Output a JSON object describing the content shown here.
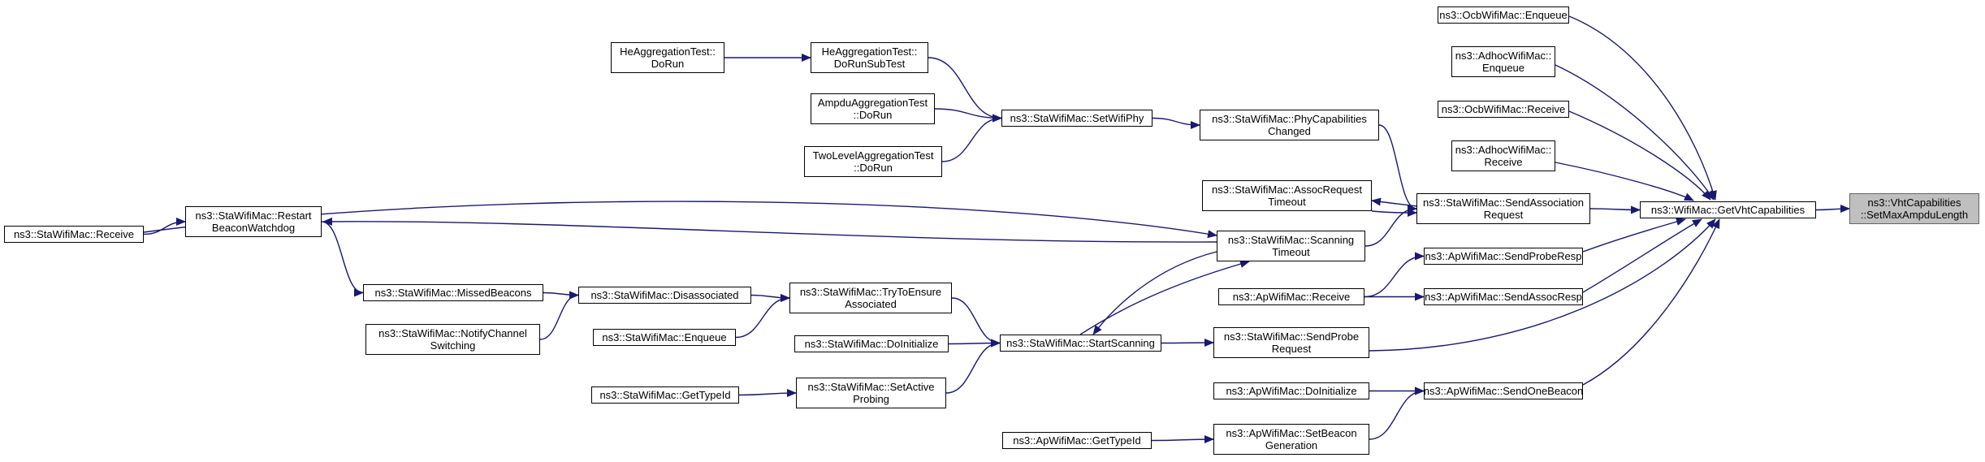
{
  "diagram": {
    "type": "call-graph",
    "colors": {
      "edge": "#191970",
      "node_border": "#000000",
      "node_fill": "#ffffff",
      "focus_fill": "#bfbfbf"
    },
    "nodes": [
      {
        "id": "set_max_ampdu",
        "lines": [
          "ns3::VhtCapabilities",
          "::SetMaxAmpduLength"
        ],
        "focus": true
      },
      {
        "id": "get_vht",
        "lines": [
          "ns3::WifiMac::GetVhtCapabilities"
        ]
      },
      {
        "id": "ocb_enqueue",
        "lines": [
          "ns3::OcbWifiMac::Enqueue"
        ]
      },
      {
        "id": "adhoc_enqueue",
        "lines": [
          "ns3::AdhocWifiMac::",
          "Enqueue"
        ]
      },
      {
        "id": "ocb_receive",
        "lines": [
          "ns3::OcbWifiMac::Receive"
        ]
      },
      {
        "id": "adhoc_receive",
        "lines": [
          "ns3::AdhocWifiMac::",
          "Receive"
        ]
      },
      {
        "id": "send_assoc_req",
        "lines": [
          "ns3::StaWifiMac::SendAssociation",
          "Request"
        ]
      },
      {
        "id": "send_probe_resp",
        "lines": [
          "ns3::ApWifiMac::SendProbeResp"
        ]
      },
      {
        "id": "send_assoc_resp",
        "lines": [
          "ns3::ApWifiMac::SendAssocResp"
        ]
      },
      {
        "id": "send_probe_req",
        "lines": [
          "ns3::StaWifiMac::SendProbe",
          "Request"
        ]
      },
      {
        "id": "send_one_beacon",
        "lines": [
          "ns3::ApWifiMac::SendOneBeacon"
        ]
      },
      {
        "id": "phy_cap_changed",
        "lines": [
          "ns3::StaWifiMac::PhyCapabilities",
          "Changed"
        ]
      },
      {
        "id": "assoc_req_timeout",
        "lines": [
          "ns3::StaWifiMac::AssocRequest",
          "Timeout"
        ]
      },
      {
        "id": "scanning_timeout",
        "lines": [
          "ns3::StaWifiMac::Scanning",
          "Timeout"
        ]
      },
      {
        "id": "ap_receive",
        "lines": [
          "ns3::ApWifiMac::Receive"
        ]
      },
      {
        "id": "ap_do_init",
        "lines": [
          "ns3::ApWifiMac::DoInitialize"
        ]
      },
      {
        "id": "set_beacon_gen",
        "lines": [
          "ns3::ApWifiMac::SetBeacon",
          "Generation"
        ]
      },
      {
        "id": "ap_get_type_id",
        "lines": [
          "ns3::ApWifiMac::GetTypeId"
        ]
      },
      {
        "id": "set_wifi_phy",
        "lines": [
          "ns3::StaWifiMac::SetWifiPhy"
        ]
      },
      {
        "id": "start_scanning",
        "lines": [
          "ns3::StaWifiMac::StartScanning"
        ]
      },
      {
        "id": "he_subtest",
        "lines": [
          "HeAggregationTest::",
          "DoRunSubTest"
        ]
      },
      {
        "id": "he_dorun",
        "lines": [
          "HeAggregationTest::",
          "DoRun"
        ]
      },
      {
        "id": "ampdu_dorun",
        "lines": [
          "AmpduAggregationTest",
          "::DoRun"
        ]
      },
      {
        "id": "twolevel_dorun",
        "lines": [
          "TwoLevelAggregationTest",
          "::DoRun"
        ]
      },
      {
        "id": "try_ensure",
        "lines": [
          "ns3::StaWifiMac::TryToEnsure",
          "Associated"
        ]
      },
      {
        "id": "sta_do_init",
        "lines": [
          "ns3::StaWifiMac::DoInitialize"
        ]
      },
      {
        "id": "set_active_probing",
        "lines": [
          "ns3::StaWifiMac::SetActive",
          "Probing"
        ]
      },
      {
        "id": "disassociated",
        "lines": [
          "ns3::StaWifiMac::Disassociated"
        ]
      },
      {
        "id": "sta_enqueue",
        "lines": [
          "ns3::StaWifiMac::Enqueue"
        ]
      },
      {
        "id": "sta_get_type_id",
        "lines": [
          "ns3::StaWifiMac::GetTypeId"
        ]
      },
      {
        "id": "missed_beacons",
        "lines": [
          "ns3::StaWifiMac::MissedBeacons"
        ]
      },
      {
        "id": "notify_channel",
        "lines": [
          "ns3::StaWifiMac::NotifyChannel",
          "Switching"
        ]
      },
      {
        "id": "restart_beacon",
        "lines": [
          "ns3::StaWifiMac::Restart",
          "BeaconWatchdog"
        ]
      },
      {
        "id": "sta_receive",
        "lines": [
          "ns3::StaWifiMac::Receive"
        ]
      }
    ],
    "edges": [
      {
        "from": "get_vht",
        "to": "set_max_ampdu"
      },
      {
        "from": "ocb_enqueue",
        "to": "get_vht"
      },
      {
        "from": "adhoc_enqueue",
        "to": "get_vht"
      },
      {
        "from": "ocb_receive",
        "to": "get_vht"
      },
      {
        "from": "adhoc_receive",
        "to": "get_vht"
      },
      {
        "from": "send_assoc_req",
        "to": "get_vht"
      },
      {
        "from": "send_probe_resp",
        "to": "get_vht"
      },
      {
        "from": "send_assoc_resp",
        "to": "get_vht"
      },
      {
        "from": "send_probe_req",
        "to": "get_vht"
      },
      {
        "from": "send_one_beacon",
        "to": "get_vht"
      },
      {
        "from": "phy_cap_changed",
        "to": "send_assoc_req"
      },
      {
        "from": "assoc_req_timeout",
        "to": "send_assoc_req"
      },
      {
        "from": "send_assoc_req",
        "to": "assoc_req_timeout"
      },
      {
        "from": "scanning_timeout",
        "to": "send_assoc_req"
      },
      {
        "from": "ap_receive",
        "to": "send_probe_resp"
      },
      {
        "from": "ap_receive",
        "to": "send_assoc_resp"
      },
      {
        "from": "ap_do_init",
        "to": "send_one_beacon"
      },
      {
        "from": "set_beacon_gen",
        "to": "send_one_beacon"
      },
      {
        "from": "ap_get_type_id",
        "to": "set_beacon_gen"
      },
      {
        "from": "set_wifi_phy",
        "to": "phy_cap_changed"
      },
      {
        "from": "he_subtest",
        "to": "set_wifi_phy"
      },
      {
        "from": "he_dorun",
        "to": "he_subtest"
      },
      {
        "from": "ampdu_dorun",
        "to": "set_wifi_phy"
      },
      {
        "from": "twolevel_dorun",
        "to": "set_wifi_phy"
      },
      {
        "from": "start_scanning",
        "to": "scanning_timeout"
      },
      {
        "from": "scanning_timeout",
        "to": "start_scanning"
      },
      {
        "from": "start_scanning",
        "to": "send_probe_req"
      },
      {
        "from": "scanning_timeout",
        "to": "restart_beacon"
      },
      {
        "from": "sta_receive",
        "to": "scanning_timeout"
      },
      {
        "from": "sta_receive",
        "to": "restart_beacon"
      },
      {
        "from": "restart_beacon",
        "to": "missed_beacons"
      },
      {
        "from": "missed_beacons",
        "to": "disassociated"
      },
      {
        "from": "notify_channel",
        "to": "disassociated"
      },
      {
        "from": "disassociated",
        "to": "try_ensure"
      },
      {
        "from": "sta_enqueue",
        "to": "try_ensure"
      },
      {
        "from": "try_ensure",
        "to": "start_scanning"
      },
      {
        "from": "sta_do_init",
        "to": "start_scanning"
      },
      {
        "from": "set_active_probing",
        "to": "start_scanning"
      },
      {
        "from": "sta_get_type_id",
        "to": "set_active_probing"
      }
    ]
  }
}
